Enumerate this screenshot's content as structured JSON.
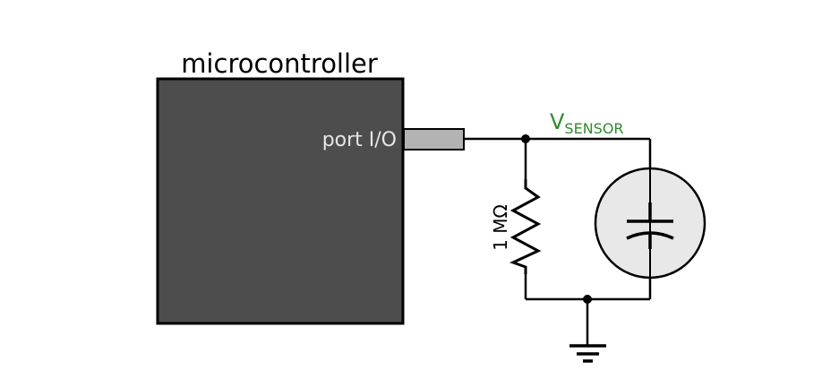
{
  "diagram": {
    "microcontroller": {
      "label": "microcontroller",
      "port_label": "port I/O",
      "fill": "#4d4d4d",
      "port_fill": "#b3b3b3"
    },
    "node": {
      "label_main": "V",
      "label_sub": "SENSOR",
      "color": "#2e8b2e"
    },
    "resistor": {
      "label": "1 MΩ"
    },
    "sensor": {
      "type": "capacitive sensor",
      "fill": "#e8e8e8"
    },
    "ground": {
      "type": "ground"
    },
    "wire_color": "#000000"
  }
}
